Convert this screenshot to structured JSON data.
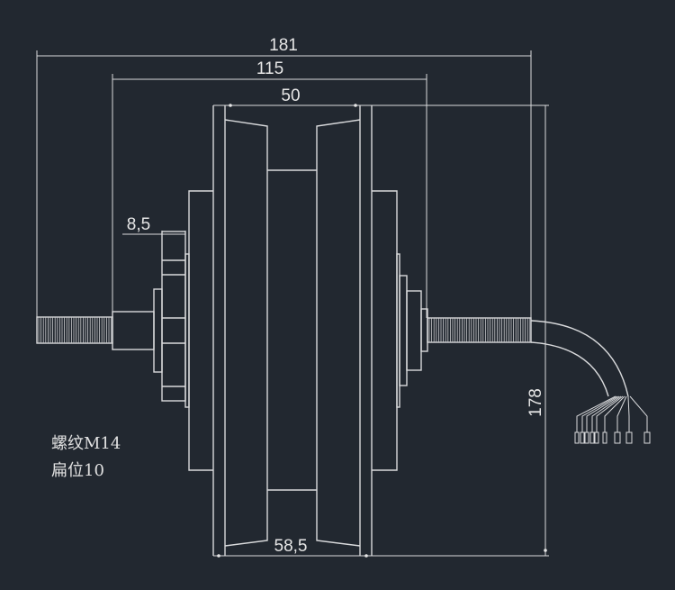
{
  "dimensions": {
    "overall_length": "181",
    "between_shoulders": "115",
    "rim_width": "50",
    "flange_offset": "8,5",
    "hub_width": "58,5",
    "diameter": "178"
  },
  "notes": {
    "thread": "螺纹M14",
    "flat": "扁位10"
  },
  "colors": {
    "background": "#222830",
    "line": "#d9dadc"
  }
}
